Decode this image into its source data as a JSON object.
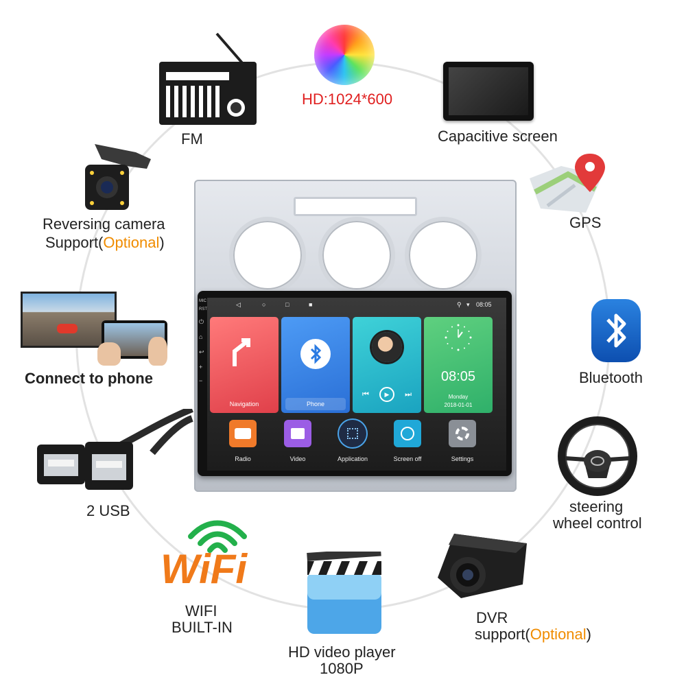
{
  "features": {
    "hd": "HD:1024*600",
    "fm": "FM",
    "capacitive": "Capacitive screen",
    "camera_line1": "Reversing camera",
    "camera_line2_pre": "Support(",
    "camera_line2_opt": "Optional",
    "camera_line2_post": ")",
    "gps": "GPS",
    "phone": "Connect to phone",
    "bluetooth": "Bluetooth",
    "usb": "2 USB",
    "steering_line1": "steering",
    "steering_line2": "wheel control",
    "wifi_logo": "WiFi",
    "wifi_line1": "WIFI",
    "wifi_line2": "BUILT-IN",
    "video_line1": "HD video player",
    "video_line2": "1080P",
    "dvr_line1": "DVR",
    "dvr_line2_pre": "support(",
    "dvr_line2_opt": "Optional",
    "dvr_line2_post": ")"
  },
  "device": {
    "status_time": "08:05",
    "sidebar": [
      "MIC",
      "RST"
    ],
    "tiles": [
      {
        "label": "Navigation",
        "color": "#ef5350"
      },
      {
        "label": "Phone",
        "color": "#2f7fe0"
      },
      {
        "label": "",
        "color": "#22b8c8"
      },
      {
        "label": "",
        "color": "#4cc47a"
      }
    ],
    "clock": {
      "time": "08:05",
      "day": "Monday",
      "date": "2018-01-01"
    },
    "apps": [
      {
        "label": "Radio",
        "color": "#f07a2a",
        "icon": "radio-icon"
      },
      {
        "label": "Video",
        "color": "#9b5de5",
        "icon": "video-icon"
      },
      {
        "label": "Application",
        "color": "#1f2b44",
        "icon": "apps-grid-icon"
      },
      {
        "label": "Screen off",
        "color": "#20a8d8",
        "icon": "power-icon"
      },
      {
        "label": "Settings",
        "color": "#8a8f96",
        "icon": "gear-icon"
      }
    ]
  },
  "colors": {
    "accent_red": "#e02020",
    "optional": "#f08c00"
  }
}
